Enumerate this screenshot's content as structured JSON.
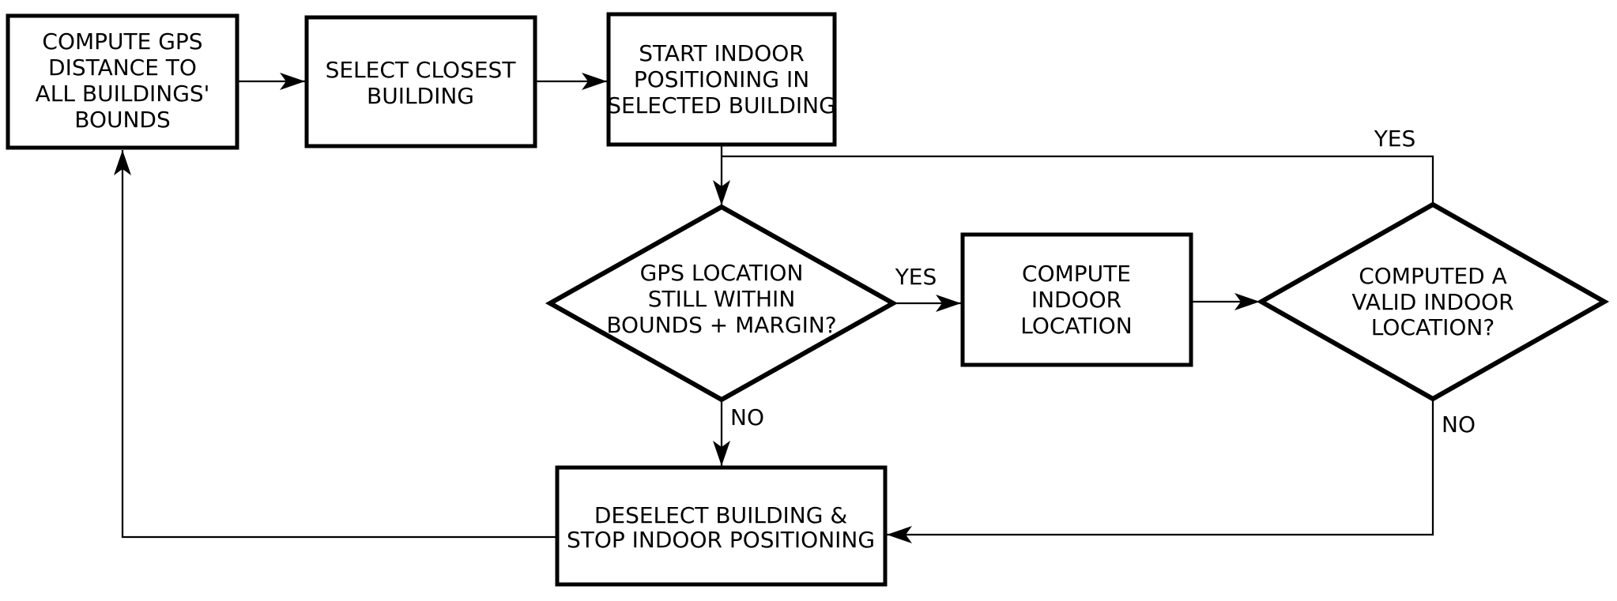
{
  "diagram": {
    "type": "flowchart",
    "background_color": "#ffffff",
    "stroke_color": "#000000",
    "text_color": "#000000",
    "nodes": [
      {
        "id": "compute-gps-distance",
        "shape": "process",
        "lines": [
          "COMPUTE GPS",
          "DISTANCE TO",
          "ALL BUILDINGS'",
          "BOUNDS"
        ]
      },
      {
        "id": "select-closest-building",
        "shape": "process",
        "lines": [
          "SELECT CLOSEST",
          "BUILDING"
        ]
      },
      {
        "id": "start-indoor-positioning",
        "shape": "process",
        "lines": [
          "START INDOOR",
          "POSITIONING IN",
          "SELECTED BUILDING"
        ]
      },
      {
        "id": "gps-still-within-bounds",
        "shape": "decision",
        "lines": [
          "GPS LOCATION",
          "STILL WITHIN",
          "BOUNDS + MARGIN?"
        ]
      },
      {
        "id": "compute-indoor-location",
        "shape": "process",
        "lines": [
          "COMPUTE",
          "INDOOR",
          "LOCATION"
        ]
      },
      {
        "id": "computed-valid-indoor-location",
        "shape": "decision",
        "lines": [
          "COMPUTED A",
          "VALID INDOOR",
          "LOCATION?"
        ]
      },
      {
        "id": "deselect-building-stop",
        "shape": "process",
        "lines": [
          "DESELECT BUILDING &",
          "STOP INDOOR POSITIONING"
        ]
      }
    ],
    "edges": [
      {
        "from": "compute-gps-distance",
        "to": "select-closest-building",
        "label": ""
      },
      {
        "from": "select-closest-building",
        "to": "start-indoor-positioning",
        "label": ""
      },
      {
        "from": "start-indoor-positioning",
        "to": "gps-still-within-bounds",
        "label": ""
      },
      {
        "from": "gps-still-within-bounds",
        "to": "compute-indoor-location",
        "label": "YES"
      },
      {
        "from": "compute-indoor-location",
        "to": "computed-valid-indoor-location",
        "label": ""
      },
      {
        "from": "computed-valid-indoor-location",
        "to": "gps-still-within-bounds",
        "label": "YES"
      },
      {
        "from": "gps-still-within-bounds",
        "to": "deselect-building-stop",
        "label": "NO"
      },
      {
        "from": "computed-valid-indoor-location",
        "to": "deselect-building-stop",
        "label": "NO"
      },
      {
        "from": "deselect-building-stop",
        "to": "compute-gps-distance",
        "label": ""
      }
    ]
  }
}
